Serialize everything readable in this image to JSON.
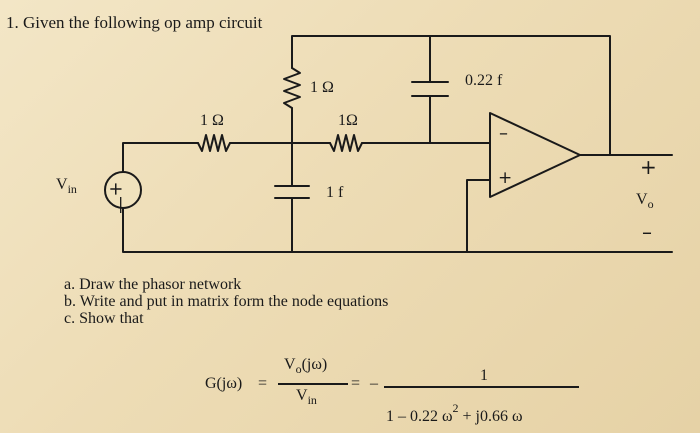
{
  "problem": {
    "number": "1.",
    "statement": "Given the following op amp circuit"
  },
  "circuit": {
    "left_resistor": "1 Ω",
    "top_resistor": "1 Ω",
    "middle_resistor": "1Ω",
    "top_capacitor": "0.22 f",
    "bottom_capacitor": "1 f",
    "source_label": "V",
    "source_subscript": "in",
    "source_polarity": "+",
    "output_label": "V",
    "output_subscript": "o",
    "output_plus": "+",
    "output_minus": "–",
    "opamp_inverting": "–",
    "opamp_noninverting": "+"
  },
  "questions": [
    {
      "marker": "a.",
      "text": "Draw the phasor network"
    },
    {
      "marker": "b.",
      "text": "Write and put in matrix form the node equations"
    },
    {
      "marker": "c.",
      "text": "Show that"
    }
  ],
  "equation": {
    "lhs": "G(jω)",
    "equals1": "=",
    "num_main": "V",
    "num_sub": "o",
    "num_rest": "(jω)",
    "den_main": "V",
    "den_sub": "in",
    "equals2": "=",
    "minus": "–",
    "rhs_numerator": "1",
    "rhs_den_part1": "1 – 0.22 ω",
    "rhs_den_exponent": "2",
    "rhs_den_part2": "+ j0.66 ω"
  }
}
